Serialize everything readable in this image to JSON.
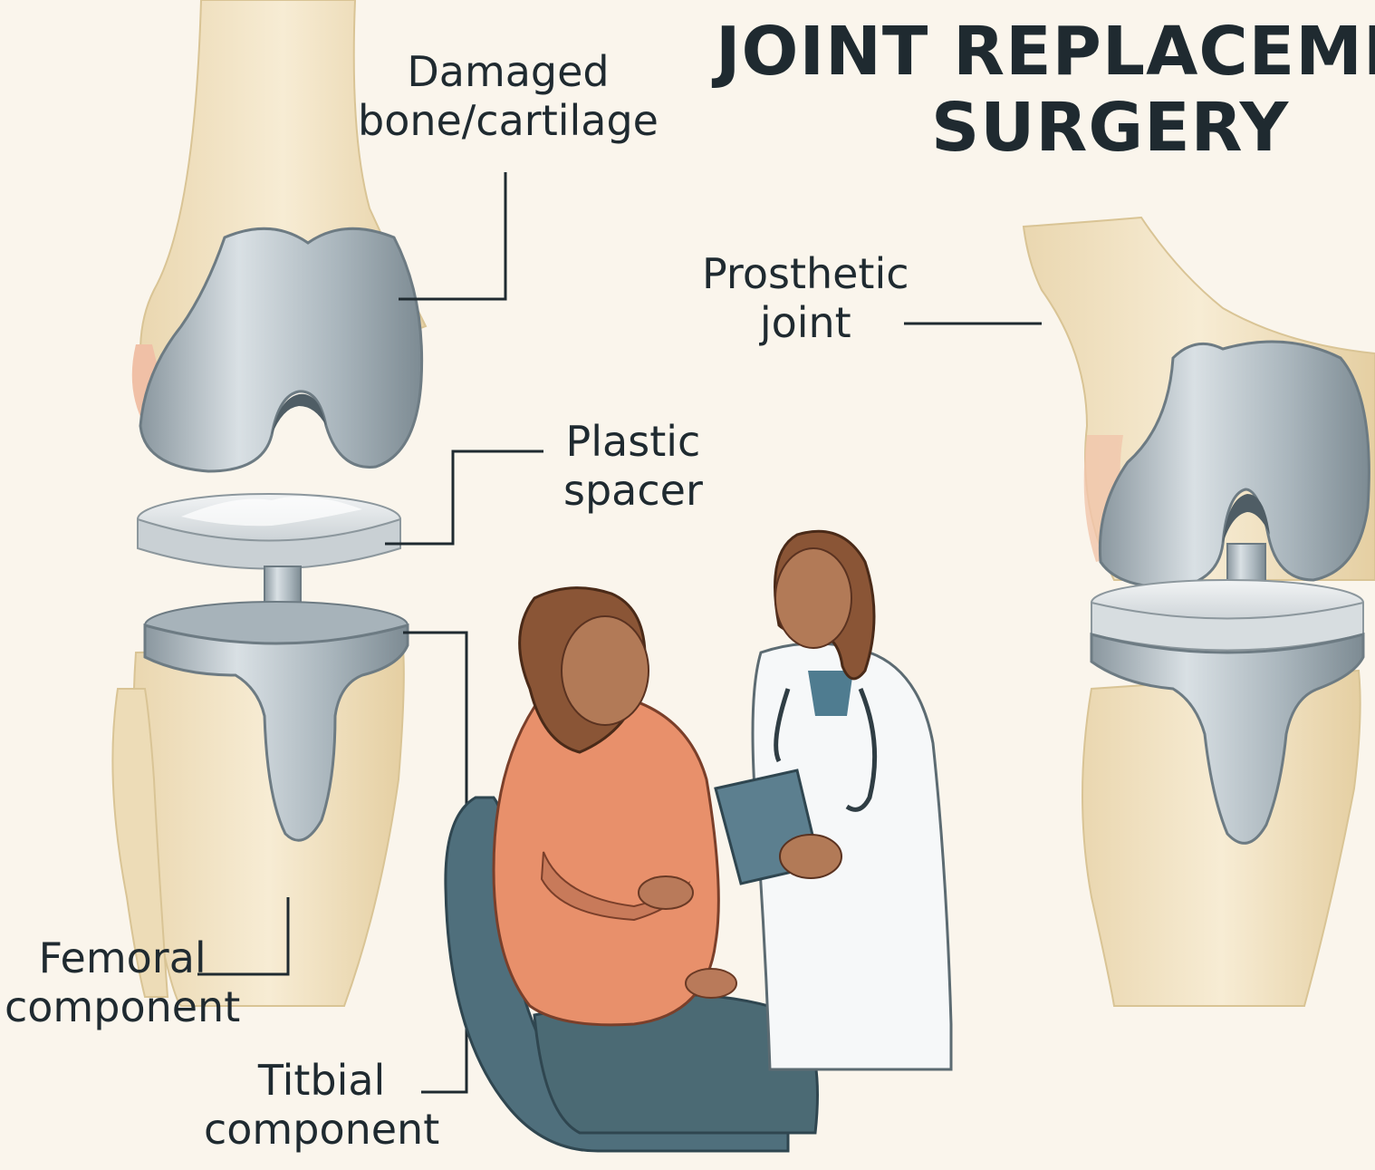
{
  "title": {
    "line1": "JOINT REPLACEME",
    "line2": "SURGERY"
  },
  "labels": {
    "damaged": {
      "line1": "Damaged",
      "line2": "bone/cartilage"
    },
    "prosthetic": {
      "line1": "Prosthetic",
      "line2": "joint"
    },
    "plastic": {
      "line1": "Plastic",
      "line2": "spacer"
    },
    "femoral": {
      "line1": "Femoral",
      "line2": "component"
    },
    "tibial": {
      "line1": "Titbial",
      "line2": "component"
    }
  },
  "colors": {
    "background": "#faf5ec",
    "bone": "#f2e4c6",
    "metal": "#b9c3ca",
    "plastic": "#e9ecee",
    "patient_shirt": "#e8906b",
    "doctor_coat": "#f6f8f9",
    "chair": "#4f6f7c",
    "text": "#1f2a30"
  }
}
